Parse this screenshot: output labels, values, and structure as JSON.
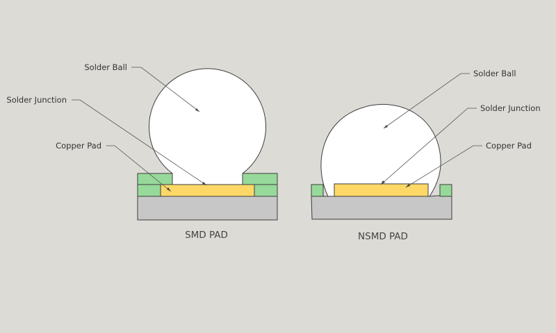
{
  "smd": {
    "caption": "SMD PAD",
    "labels": {
      "solder_ball": "Solder Ball",
      "solder_junction": "Solder Junction",
      "copper_pad": "Copper Pad"
    }
  },
  "nsmd": {
    "caption": "NSMD PAD",
    "labels": {
      "solder_ball": "Solder Ball",
      "solder_junction": "Solder Junction",
      "copper_pad": "Copper Pad"
    }
  },
  "colors": {
    "background": "#dcdbd6",
    "substrate": "#c7c7c7",
    "solder_mask": "#97d99a",
    "copper_pad": "#fdd867",
    "solder": "#ffffff",
    "outline": "#3c3c3c"
  }
}
